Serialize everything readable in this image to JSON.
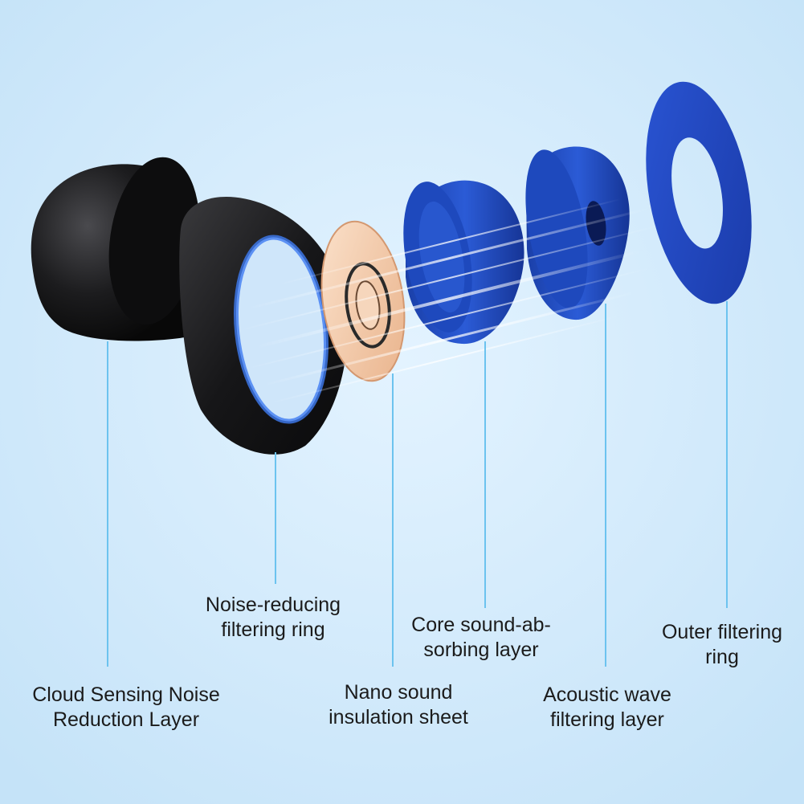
{
  "colors": {
    "background": "#cbe7fb",
    "leader_line": "#6cc3ef",
    "earplug_black": "#1c1c1e",
    "sheet_peach": "#f3c9a6",
    "foam_blue": "#1f46b8",
    "ring_blue": "#2047c6"
  },
  "labels": {
    "cloud_layer": {
      "line1": "Cloud Sensing Noise",
      "line2": "Reduction Layer"
    },
    "noise_ring": {
      "line1": "Noise-reducing",
      "line2": "filtering ring"
    },
    "nano_sheet": {
      "line1": "Nano sound",
      "line2": "insulation sheet"
    },
    "core_layer": {
      "line1": "Core sound-ab-",
      "line2": "sorbing layer"
    },
    "acoustic_layer": {
      "line1": "Acoustic wave",
      "line2": "filtering layer"
    },
    "outer_ring": {
      "line1": "Outer filtering",
      "line2": "ring"
    }
  },
  "components": [
    {
      "id": "cloud-sensing-layer",
      "icon": "earplug-tip-icon"
    },
    {
      "id": "noise-reducing-ring",
      "icon": "earplug-loop-icon"
    },
    {
      "id": "nano-insulation-sheet",
      "icon": "peach-disc-icon"
    },
    {
      "id": "core-absorbing-layer",
      "icon": "foam-cylinder-icon"
    },
    {
      "id": "acoustic-filter-layer",
      "icon": "foam-cylinder-hole-icon"
    },
    {
      "id": "outer-filter-ring",
      "icon": "flat-ring-icon"
    }
  ]
}
